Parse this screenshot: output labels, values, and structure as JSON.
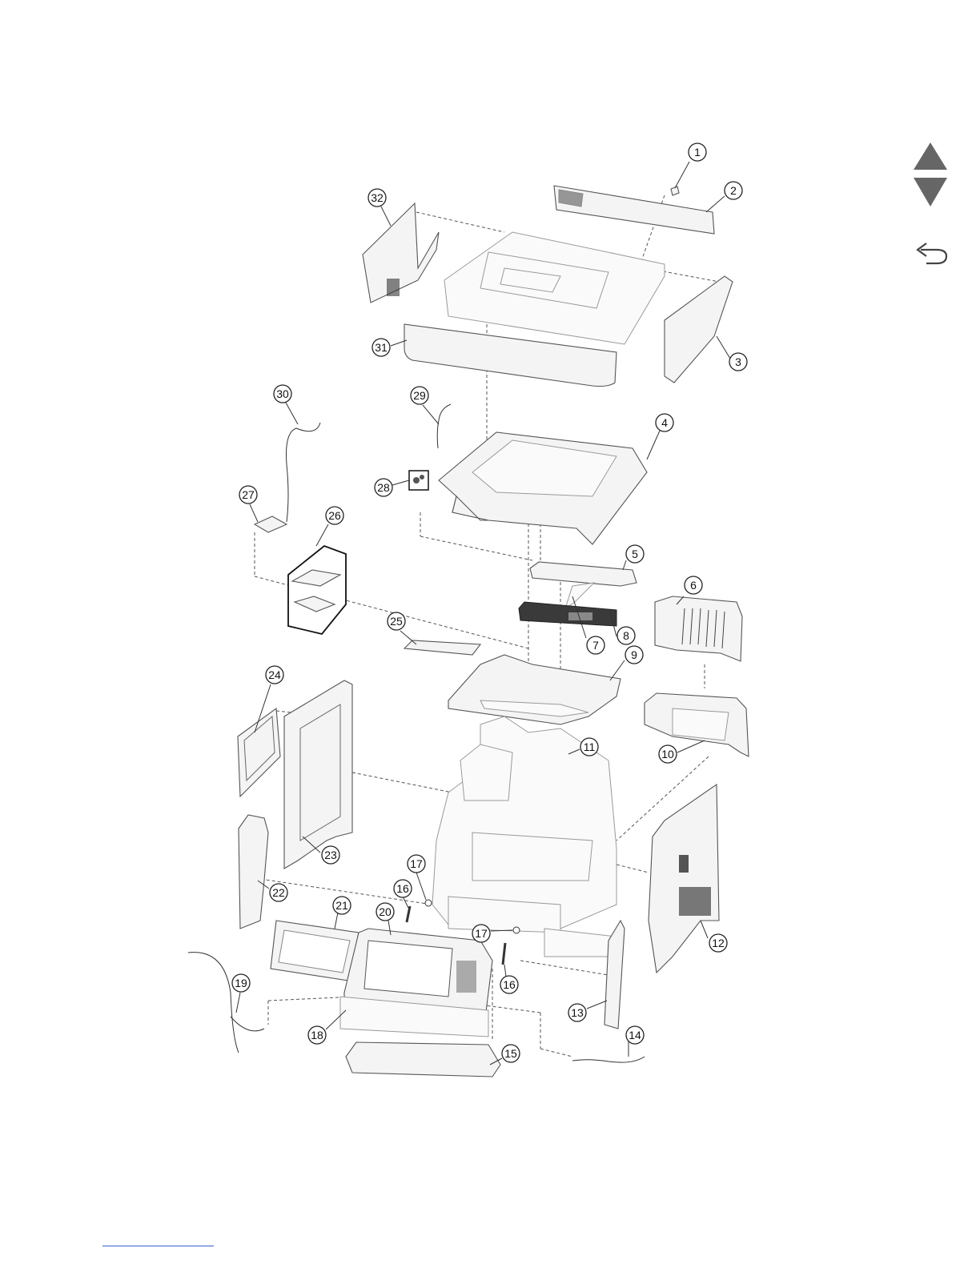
{
  "callouts": [
    "1",
    "2",
    "3",
    "4",
    "5",
    "6",
    "7",
    "8",
    "9",
    "10",
    "11",
    "12",
    "13",
    "14",
    "15",
    "16",
    "16",
    "17",
    "17",
    "18",
    "19",
    "20",
    "21",
    "22",
    "23",
    "24",
    "25",
    "26",
    "27",
    "28",
    "29",
    "30",
    "31",
    "32"
  ],
  "nav": {
    "prev_icon": "triangle-up-icon",
    "next_icon": "triangle-down-icon",
    "back_icon": "return-arrow-icon",
    "link_color": "#3a5cc8"
  }
}
